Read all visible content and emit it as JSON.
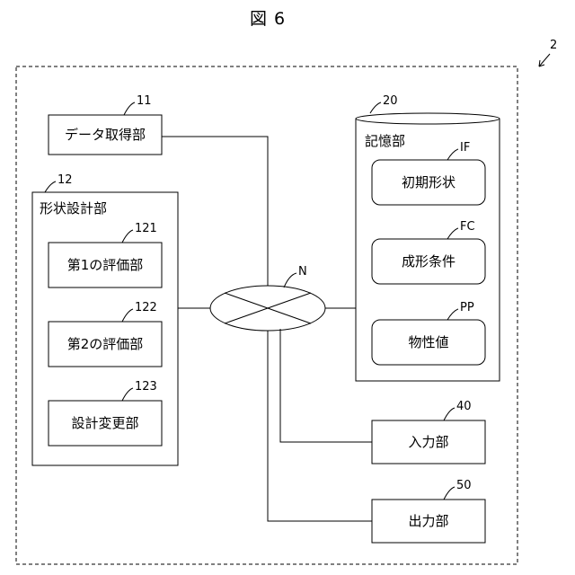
{
  "figure_title": "図 6",
  "system": {
    "ref": "2"
  },
  "data_acquisition": {
    "label": "データ取得部",
    "ref": "11"
  },
  "shape_design": {
    "label": "形状設計部",
    "ref": "12",
    "units": [
      {
        "label": "第1の評価部",
        "ref": "121"
      },
      {
        "label": "第2の評価部",
        "ref": "122"
      },
      {
        "label": "設計変更部",
        "ref": "123"
      }
    ]
  },
  "network": {
    "ref": "N"
  },
  "storage": {
    "label": "記憶部",
    "ref": "20",
    "items": [
      {
        "label": "初期形状",
        "ref": "IF"
      },
      {
        "label": "成形条件",
        "ref": "FC"
      },
      {
        "label": "物性値",
        "ref": "PP"
      }
    ]
  },
  "input_unit": {
    "label": "入力部",
    "ref": "40"
  },
  "output_unit": {
    "label": "出力部",
    "ref": "50"
  }
}
